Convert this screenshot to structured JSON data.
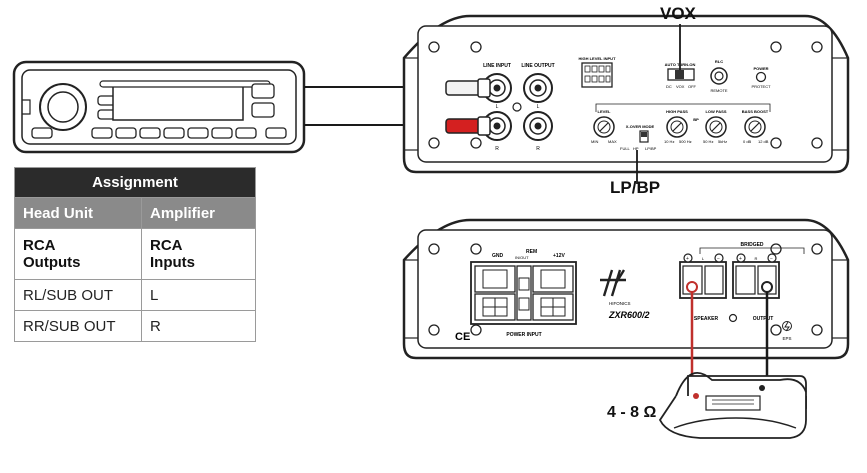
{
  "labels": {
    "vox": "VOX",
    "lpbp": "LP/BP",
    "impedance": "4 - 8 Ω"
  },
  "table": {
    "title": "Assignment",
    "headers": [
      "Head Unit",
      "Amplifier"
    ],
    "subheaders": [
      "RCA\nOutputs",
      "RCA\nInputs"
    ],
    "rows": [
      [
        "RL/SUB OUT",
        "L"
      ],
      [
        "RR/SUB OUT",
        "R"
      ]
    ]
  },
  "amp_front": {
    "line_input": "LINE INPUT",
    "line_output": "LINE OUTPUT",
    "high_level_input": "HIGH LEVEL INPUT",
    "auto_turn_on": "AUTO TURN-ON",
    "auto_modes": [
      "DC",
      "VOX",
      "OFF"
    ],
    "rlc": "RLC",
    "remote": "REMOTE",
    "power": "POWER",
    "protect": "PROTECT",
    "level": "LEVEL",
    "level_range": [
      "MIN",
      "MAX"
    ],
    "xover_mode": "X-OVER MODE",
    "xover_options": [
      "FULL",
      "HP",
      "LP/BP"
    ],
    "high_pass": "HIGH PASS",
    "high_pass_range": [
      "10 Hz",
      "500 Hz"
    ],
    "low_pass": "LOW PASS",
    "low_pass_range": [
      "50 Hz",
      "5kHz"
    ],
    "bp": "BP",
    "bass_boost": "BASS BOOST",
    "bass_boost_range": [
      "0 dB",
      "12 dB"
    ],
    "channel_left": "L",
    "channel_right": "R"
  },
  "amp_rear": {
    "gnd": "GND",
    "rem": "REM",
    "rem_sub": "IN/OUT",
    "plus12v": "+12V",
    "power_input": "POWER INPUT",
    "brand": "HIFONICS",
    "model": "ZXR600/2",
    "bridged": "BRIDGED",
    "speaker": "SPEAKER",
    "output": "OUTPUT",
    "ce": "CE",
    "eps": "EPS"
  },
  "colors": {
    "line": "#1a1a1a",
    "rca_red": "#d42020",
    "rca_white": "#f2f2f2",
    "speaker_wire_red": "#c0302c",
    "table_title_bg": "#2b2b2b",
    "table_header_bg": "#8a8a8a"
  }
}
